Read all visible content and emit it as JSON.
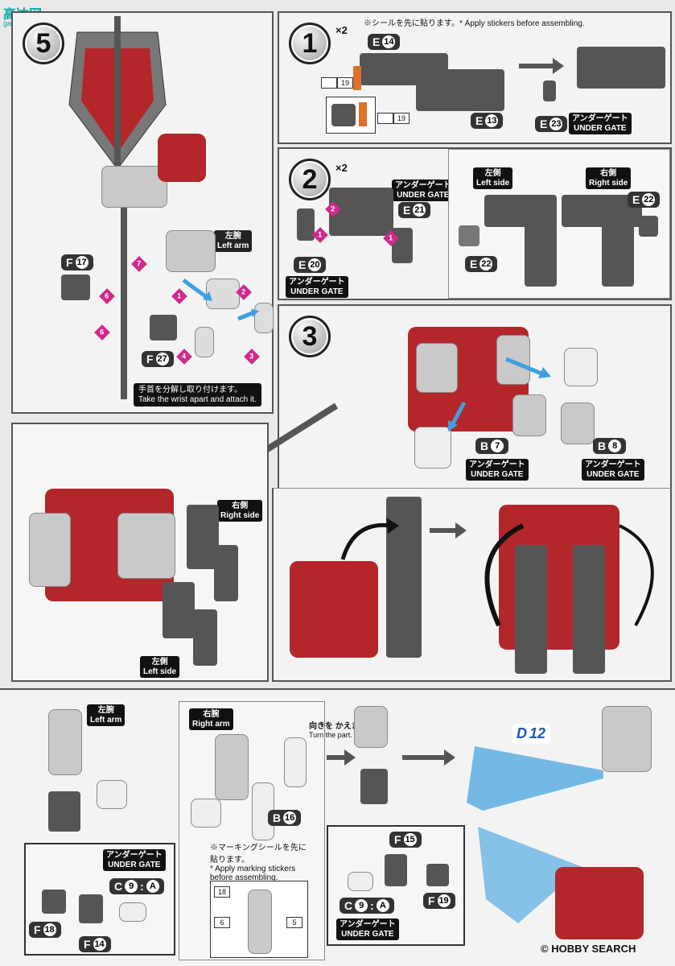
{
  "watermark": {
    "cn": "高达网",
    "url": "gao.shop.com"
  },
  "colors": {
    "accent_blue": "#3da0e0",
    "robot_red": "#b3262a",
    "part_gray": "#555555",
    "bubble": "#d02a8c"
  },
  "step5": {
    "number": "5",
    "left_arm_jp": "左腕",
    "left_arm_en": "Left arm",
    "part_f17": {
      "letter": "F",
      "num": "17"
    },
    "part_f27": {
      "letter": "F",
      "num": "27"
    },
    "seq": [
      "7",
      "1",
      "2",
      "6",
      "6",
      "4",
      "3"
    ],
    "note_jp": "手首を分解し取り付けます。",
    "note_en": "Take the wrist apart and attach it."
  },
  "step1": {
    "number": "1",
    "multiplier": "×2",
    "note": "※シールを先に貼ります。* Apply stickers before assembling.",
    "part_e14": {
      "letter": "E",
      "num": "14"
    },
    "part_e13": {
      "letter": "E",
      "num": "13"
    },
    "part_e23": {
      "letter": "E",
      "num": "23"
    },
    "sticker_a": "19",
    "sticker_b": "19",
    "under_gate_jp": "アンダーゲート",
    "under_gate_en": "UNDER GATE"
  },
  "step2": {
    "number": "2",
    "multiplier": "×2",
    "part_e21": {
      "letter": "E",
      "num": "21"
    },
    "part_e20": {
      "letter": "E",
      "num": "20"
    },
    "part_e22a": {
      "letter": "E",
      "num": "22"
    },
    "part_e22b": {
      "letter": "E",
      "num": "22"
    },
    "under_gate_jp": "アンダーゲート",
    "under_gate_en": "UNDER GATE",
    "left_side_jp": "左側",
    "left_side_en": "Left side",
    "right_side_jp": "右側",
    "right_side_en": "Right side",
    "seq": [
      "2",
      "1",
      "1"
    ]
  },
  "step3": {
    "number": "3",
    "part_b7": {
      "letter": "B",
      "num": "7"
    },
    "part_b8": {
      "letter": "B",
      "num": "8"
    },
    "under_gate_jp": "アンダーゲート",
    "under_gate_en": "UNDER GATE",
    "right_side_jp": "右側",
    "right_side_en": "Right side",
    "left_side_jp": "左側",
    "left_side_en": "Left side"
  },
  "step4": {
    "left_arm_jp": "左腕",
    "left_arm_en": "Left arm",
    "right_arm_jp": "右腕",
    "right_arm_en": "Right arm",
    "part_b16": {
      "letter": "B",
      "num": "16"
    },
    "part_d12": {
      "letter": "D",
      "num": "12"
    },
    "part_f18": {
      "letter": "F",
      "num": "18"
    },
    "part_f14": {
      "letter": "F",
      "num": "14"
    },
    "part_f15": {
      "letter": "F",
      "num": "15"
    },
    "part_f19": {
      "letter": "F",
      "num": "19"
    },
    "c9a": {
      "letter": "C",
      "num": "9",
      "gate": "A"
    },
    "c9b": {
      "letter": "C",
      "num": "9",
      "gate": "A"
    },
    "under_gate_jp": "アンダーゲート",
    "under_gate_en": "UNDER GATE",
    "turn_jp": "向きを かえます。",
    "turn_en": "Turn the part.",
    "marking_jp": "※マーキングシールを先に貼ります。",
    "marking_en": "* Apply marking stickers before assembling.",
    "stickers": [
      "18",
      "6",
      "5"
    ]
  },
  "footer": {
    "logo": "HOBBY SEARCH",
    "copyright": "©"
  }
}
